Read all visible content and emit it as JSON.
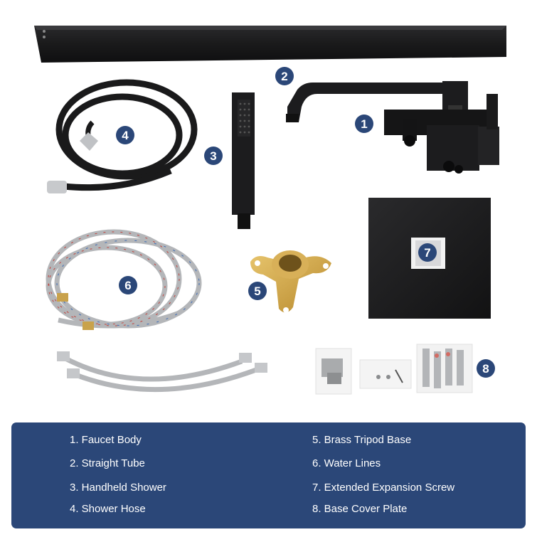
{
  "colors": {
    "callout_fill": "#2b4778",
    "legend_background": "#2b4778",
    "legend_text": "#ffffff",
    "product_matte_black": "#1c1c1e",
    "brass": "#c9a24b",
    "steel": "#b4b6b9"
  },
  "callouts": [
    "1",
    "2",
    "3",
    "4",
    "5",
    "6",
    "7",
    "8"
  ],
  "legend": {
    "left_column": [
      "1. Faucet Body",
      "2. Straight Tube",
      "3. Handheld Shower",
      "4. Shower Hose"
    ],
    "right_column": [
      "5. Brass Tripod Base",
      "6. Water Lines",
      "7. Extended Expansion Screw",
      "8. Base Cover Plate"
    ]
  }
}
